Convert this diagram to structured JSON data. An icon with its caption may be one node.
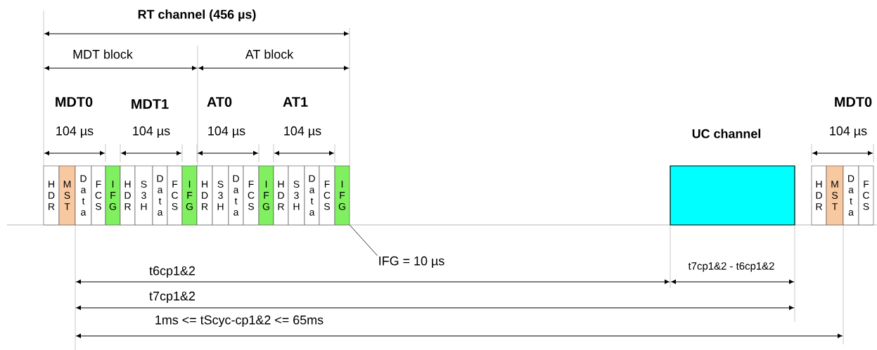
{
  "diagram": {
    "nodes": [
      {
        "text": [
          "H D R"
        ]
      },
      {
        "text": [
          "M S T"
        ]
      },
      {
        "text": [
          "D a t a"
        ]
      },
      {
        "text": [
          "F C S"
        ]
      },
      {
        "text": [
          "I F G"
        ]
      },
      {
        "text": [
          "H D R"
        ]
      },
      {
        "text": [
          "S 3 H"
        ]
      },
      {
        "text": [
          "D a t a"
        ]
      },
      {
        "text": [
          "F C S"
        ]
      },
      {
        "text": [
          "I F G"
        ]
      },
      {
        "text": [
          "H D R"
        ]
      },
      {
        "text": [
          "S 3 H"
        ]
      },
      {
        "text": [
          "D a t a"
        ]
      },
      {
        "text": [
          "F C S"
        ]
      },
      {
        "text": [
          "I F G"
        ]
      },
      {
        "text": [
          "H D R"
        ]
      },
      {
        "text": [
          "S 3 H"
        ]
      },
      {
        "text": [
          "D a t a"
        ]
      },
      {
        "text": [
          "F C S"
        ]
      },
      {
        "text": [
          "I F G"
        ]
      },
      {
        "text": [
          "UC channel"
        ]
      },
      {
        "text": [
          "H D R"
        ]
      },
      {
        "text": [
          "M S T"
        ]
      },
      {
        "text": [
          "D a t a"
        ]
      },
      {
        "text": [
          "F C S"
        ]
      },
      {
        "text": [
          "IFG = 10 µs"
        ]
      }
    ],
    "edges": [
      {
        "from": 25,
        "to": 19,
        "arrow": "none"
      }
    ],
    "labels": [
      "RT channel (456 µs)",
      "MDT block",
      "AT block",
      "MDT0",
      "MDT1",
      "AT0",
      "AT1",
      "MDT0",
      "104 µs",
      "104 µs",
      "104 µs",
      "104 µs",
      "104 µs",
      "t6cp1&2",
      "t7cp1&2 -  t6cp1&2",
      "t7cp1&2",
      "1ms <= tScyc-cp1&2 <= 65ms"
    ]
  }
}
